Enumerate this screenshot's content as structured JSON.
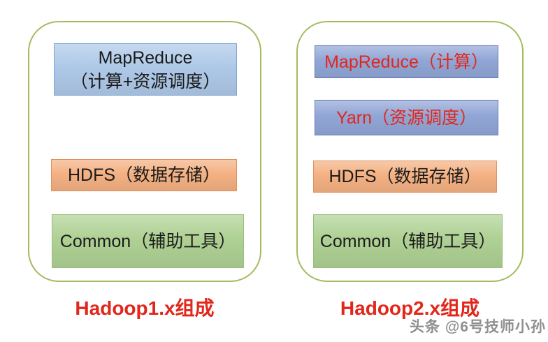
{
  "diagram": {
    "panels": [
      {
        "caption": "Hadoop1.x组成",
        "boxes": {
          "mapreduce": {
            "line1": "MapReduce",
            "line2": "（计算+资源调度）"
          },
          "hdfs": {
            "label": "HDFS（数据存储）"
          },
          "common": {
            "label": "Common（辅助工具）"
          }
        }
      },
      {
        "caption": "Hadoop2.x组成",
        "boxes": {
          "mapreduce": {
            "label": "MapReduce（计算）"
          },
          "yarn": {
            "label": "Yarn（资源调度）"
          },
          "hdfs": {
            "label": "HDFS（数据存储）"
          },
          "common": {
            "label": "Common（辅助工具）"
          }
        }
      }
    ],
    "watermark": "头条 @6号技师小孙",
    "colors": {
      "panel_border": "#A3BC60",
      "blue_box": "#AEC9E8",
      "purple_box": "#91A6D6",
      "orange_box": "#F4B183",
      "green_box": "#AFD194",
      "caption_red": "#E2261B",
      "red_text": "#E2261B",
      "dark_text": "#1B1B1B",
      "watermark_gray": "#8F8F8F"
    }
  }
}
